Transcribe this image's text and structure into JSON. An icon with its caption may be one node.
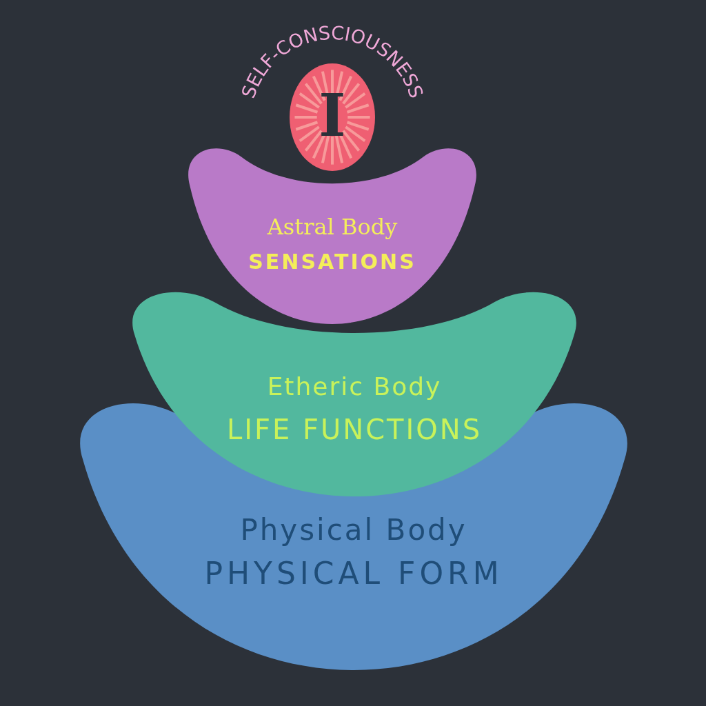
{
  "diagram": {
    "nodes": [
      {
        "text": [
          "I"
        ],
        "beside": [
          "SELF-CONSCIOUSNESS"
        ]
      },
      {
        "text": [
          "Astral Body",
          "SENSATIONS"
        ]
      },
      {
        "text": [
          "Etheric Body",
          "LIFE FUNCTIONS"
        ]
      },
      {
        "text": [
          "Physical Body",
          "PHYSICAL FORM"
        ]
      }
    ]
  }
}
